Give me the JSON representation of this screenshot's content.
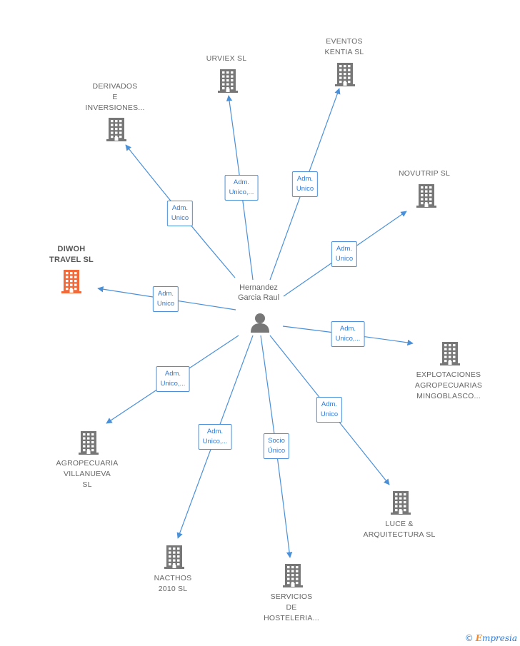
{
  "person": {
    "name_lines": [
      "Hernandez",
      "Garcia Raul"
    ]
  },
  "colors": {
    "edge": "#4a90d9",
    "building": "#777777",
    "building_highlight": "#f26a3a"
  },
  "companies": [
    {
      "id": "derivados",
      "lines": [
        "DERIVADOS",
        "E",
        "INVERSIONES..."
      ],
      "role": [
        "Adm.",
        "Unico"
      ],
      "highlight": false
    },
    {
      "id": "urviex",
      "lines": [
        "URVIEX  SL"
      ],
      "role": [
        "Adm.",
        "Unico,..."
      ],
      "highlight": false
    },
    {
      "id": "eventos",
      "lines": [
        "EVENTOS",
        "KENTIA  SL"
      ],
      "role": [
        "Adm.",
        "Unico"
      ],
      "highlight": false
    },
    {
      "id": "novutrip",
      "lines": [
        "NOVUTRIP  SL"
      ],
      "role": [
        "Adm.",
        "Unico"
      ],
      "highlight": false
    },
    {
      "id": "diwoh",
      "lines": [
        "DIWOH",
        "TRAVEL  SL"
      ],
      "role": [
        "Adm.",
        "Unico"
      ],
      "highlight": true
    },
    {
      "id": "explotaciones",
      "lines": [
        "EXPLOTACIONES",
        "AGROPECUARIAS",
        "MINGOBLASCO..."
      ],
      "role": [
        "Adm.",
        "Unico,..."
      ],
      "highlight": false
    },
    {
      "id": "agropecuaria",
      "lines": [
        "AGROPECUARIA",
        "VILLANUEVA",
        "SL"
      ],
      "role": [
        "Adm.",
        "Unico,..."
      ],
      "highlight": false
    },
    {
      "id": "luce",
      "lines": [
        "LUCE &",
        "ARQUITECTURA SL"
      ],
      "role": [
        "Adm.",
        "Unico"
      ],
      "highlight": false
    },
    {
      "id": "nacthos",
      "lines": [
        "NACTHOS",
        "2010 SL"
      ],
      "role": [
        "Adm.",
        "Unico,..."
      ],
      "highlight": false
    },
    {
      "id": "servicios",
      "lines": [
        "SERVICIOS",
        "DE",
        "HOSTELERIA..."
      ],
      "role": [
        "Socio",
        "Único"
      ],
      "highlight": false
    }
  ],
  "footer": {
    "copyright": "©",
    "brand_initial": "E",
    "brand_rest": "mpresia"
  }
}
